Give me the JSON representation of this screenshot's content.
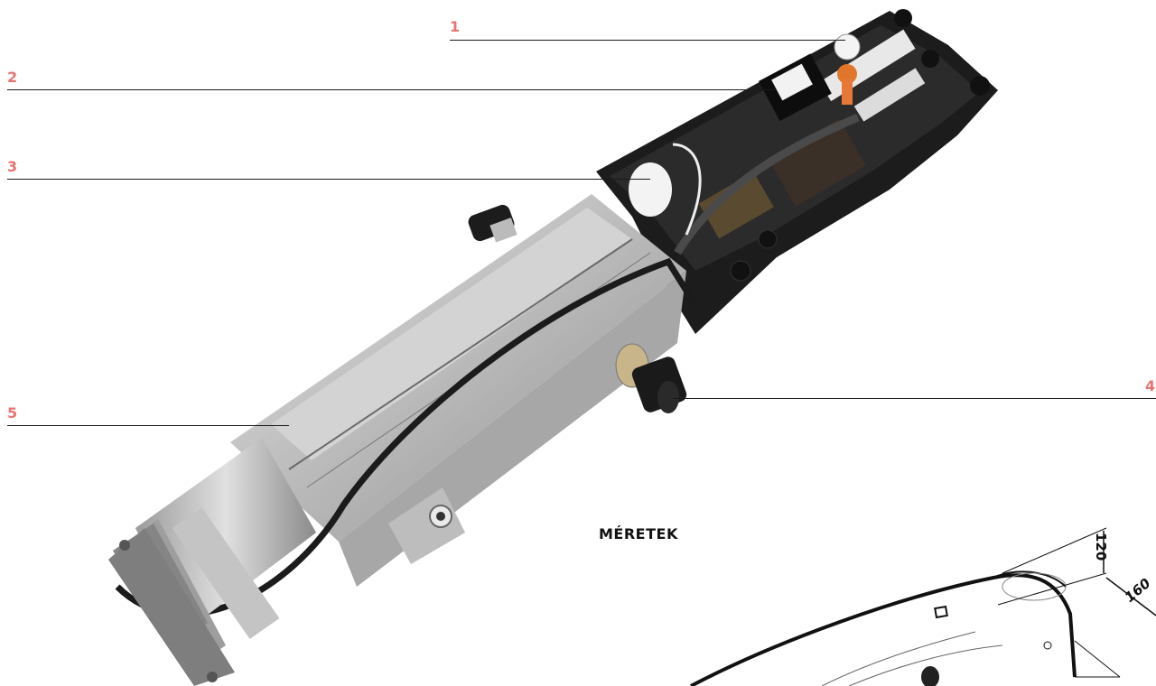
{
  "callouts": [
    {
      "id": "1",
      "label": "1"
    },
    {
      "id": "2",
      "label": "2"
    },
    {
      "id": "3",
      "label": "3"
    },
    {
      "id": "4",
      "label": "4"
    },
    {
      "id": "5",
      "label": "5"
    }
  ],
  "dimensions": {
    "title": "MÉRETEK",
    "height": "120",
    "width": "160"
  },
  "colors": {
    "callout": "#e8736f",
    "line": "#1a1a1a"
  }
}
